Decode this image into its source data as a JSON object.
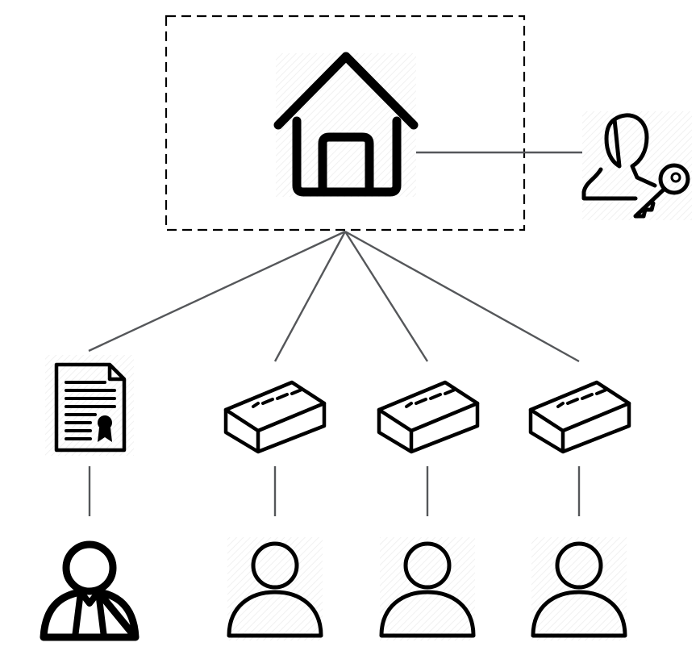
{
  "diagram": {
    "nodes": [
      {
        "id": "house",
        "icon": "house-icon",
        "group": "dashed-box"
      },
      {
        "id": "owner",
        "icon": "user-key-icon"
      },
      {
        "id": "certificate",
        "icon": "certificate-icon"
      },
      {
        "id": "brick-1",
        "icon": "brick-icon"
      },
      {
        "id": "brick-2",
        "icon": "brick-icon"
      },
      {
        "id": "brick-3",
        "icon": "brick-icon"
      },
      {
        "id": "lawyer",
        "icon": "lawyer-icon"
      },
      {
        "id": "person-1",
        "icon": "person-icon"
      },
      {
        "id": "person-2",
        "icon": "person-icon"
      },
      {
        "id": "person-3",
        "icon": "person-icon"
      }
    ],
    "edges": [
      [
        "house",
        "owner"
      ],
      [
        "house",
        "certificate"
      ],
      [
        "house",
        "brick-1"
      ],
      [
        "house",
        "brick-2"
      ],
      [
        "house",
        "brick-3"
      ],
      [
        "certificate",
        "lawyer"
      ],
      [
        "brick-1",
        "person-1"
      ],
      [
        "brick-2",
        "person-2"
      ],
      [
        "brick-3",
        "person-3"
      ]
    ],
    "colors": {
      "line": "#55575a",
      "icon": "#000000",
      "background": "#ffffff"
    }
  }
}
